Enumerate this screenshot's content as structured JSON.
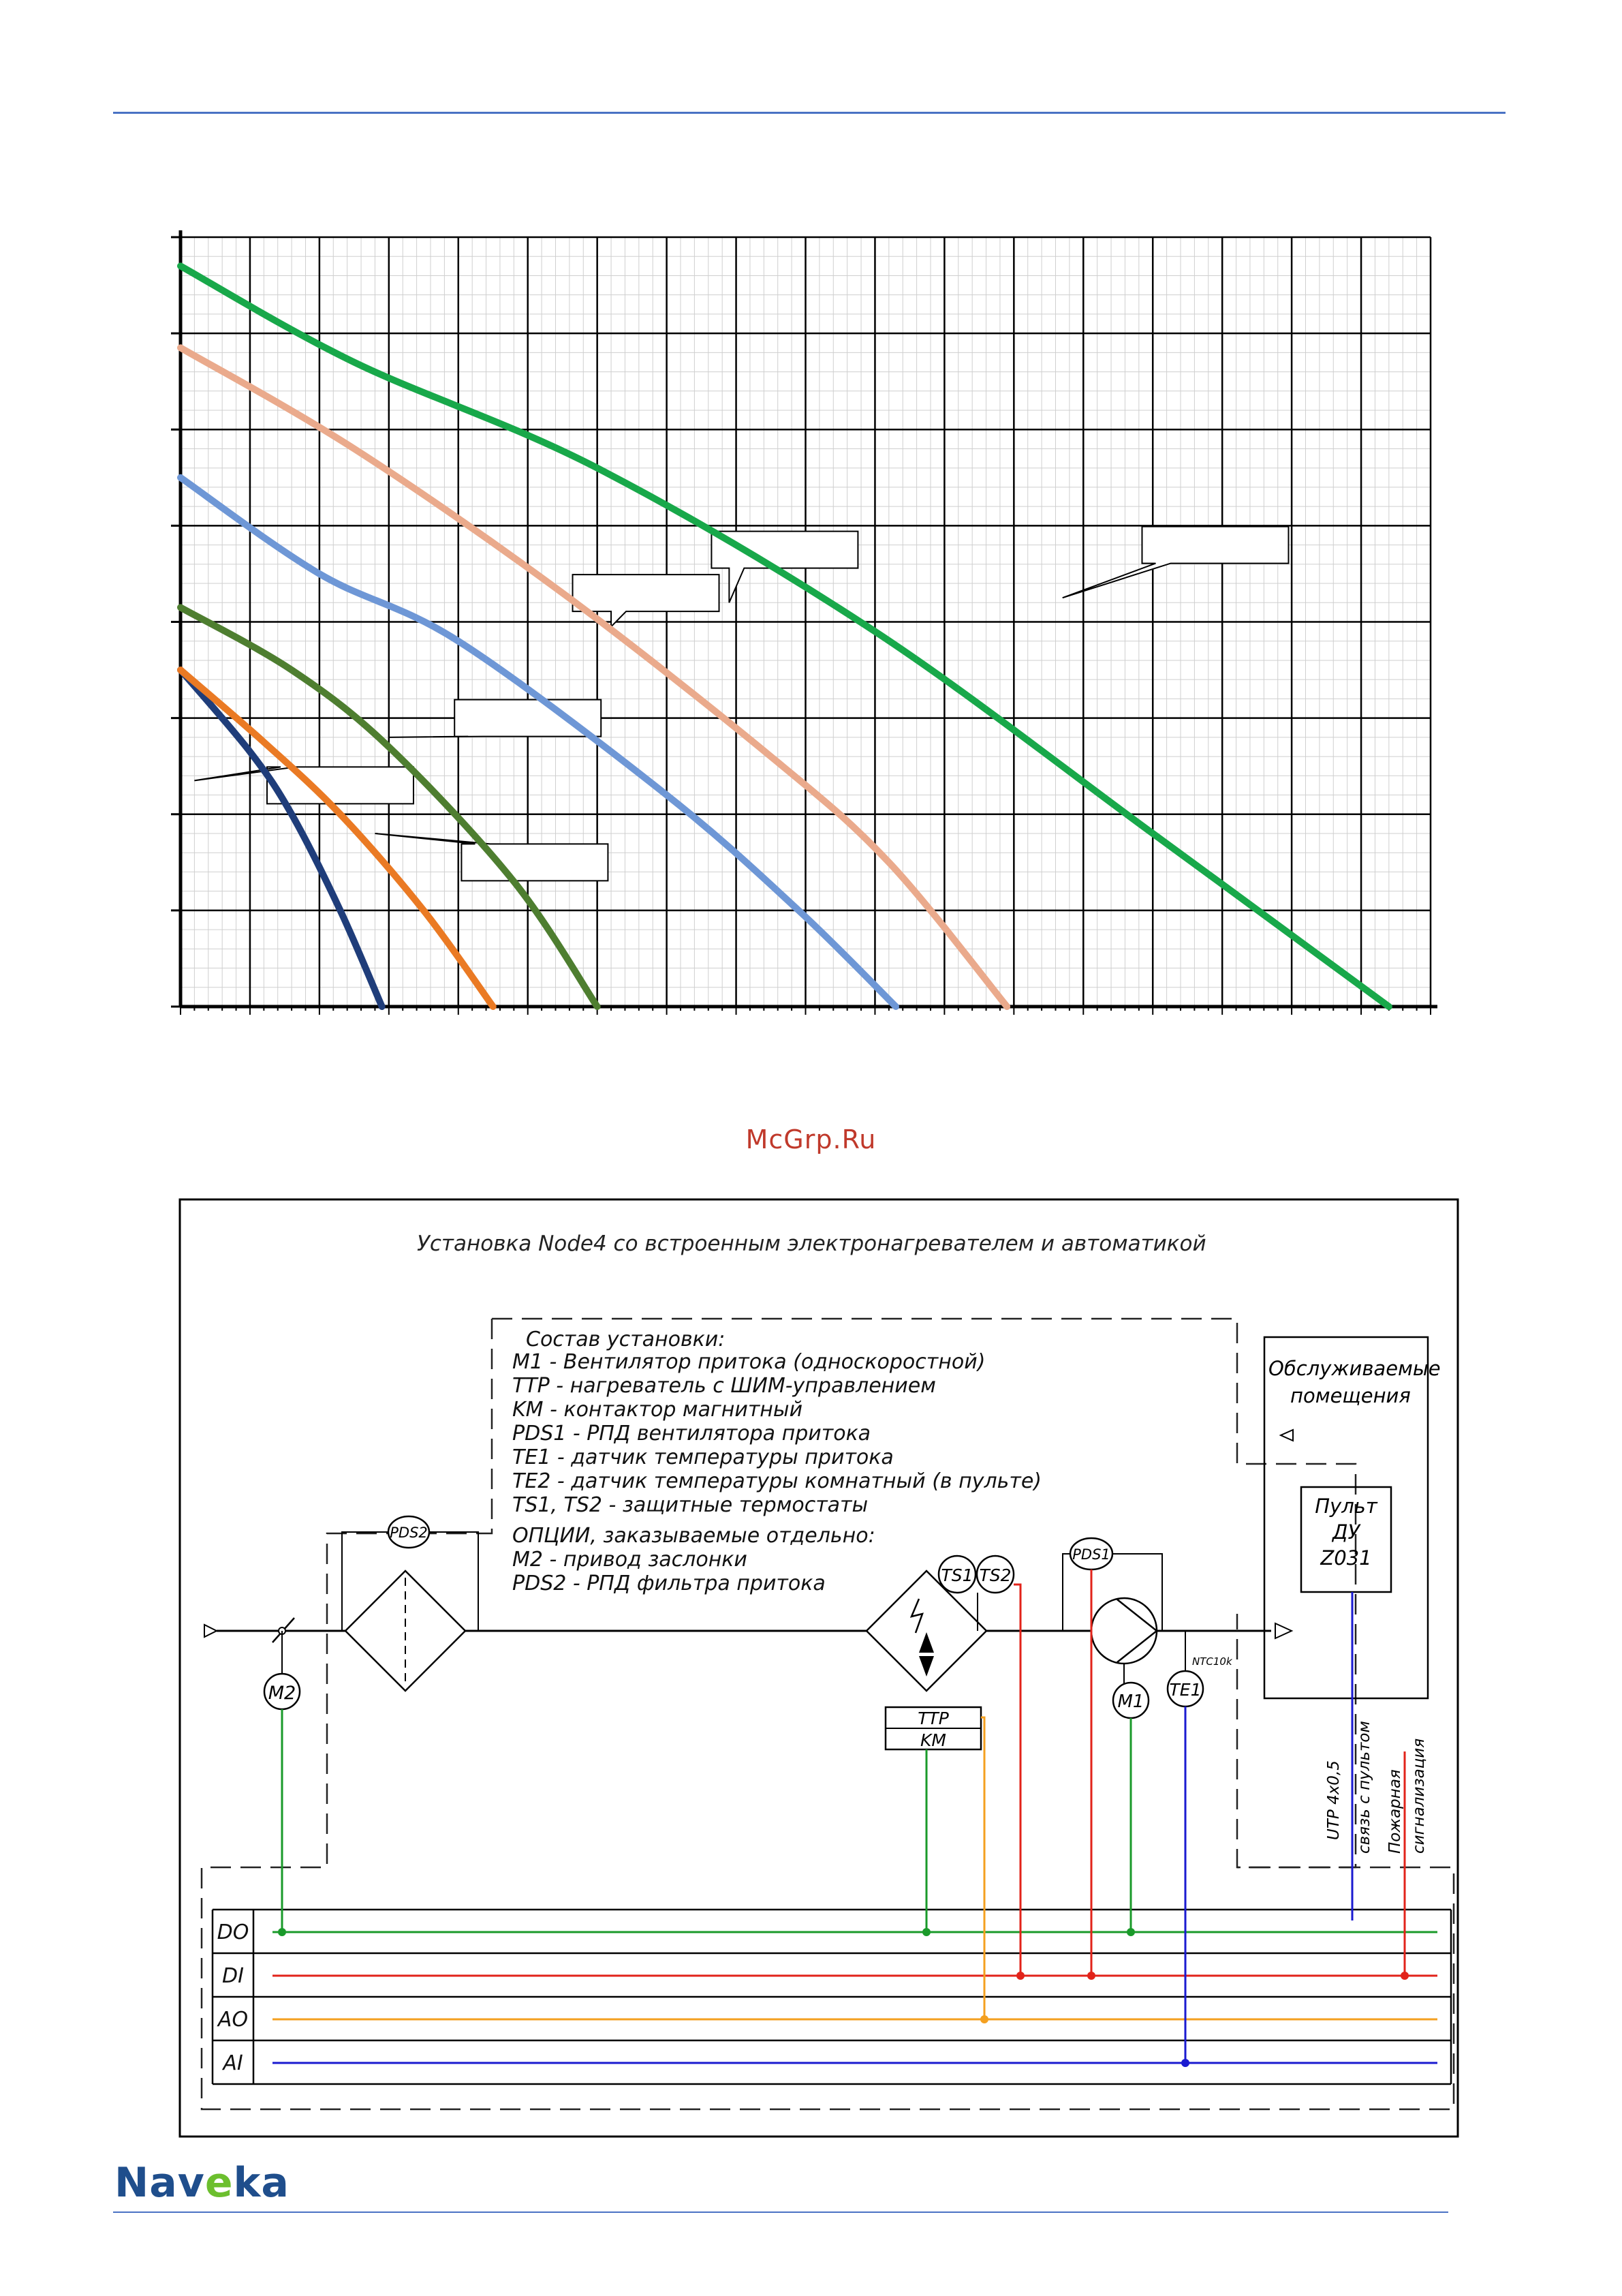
{
  "watermark": "McGrp.Ru",
  "brand": {
    "prefix": "Nav",
    "accent": "e",
    "suffix": "ka"
  },
  "colors": {
    "header_rule": "#4a72c4",
    "green_bus": "#1a9a2a",
    "red_bus": "#e2231a",
    "orange_bus": "#f4a020",
    "blue_bus": "#1a1ad0"
  },
  "chart_data": {
    "type": "line",
    "title": "",
    "xlabel": "",
    "ylabel": "",
    "xlim": [
      0,
      18
    ],
    "ylim": [
      0,
      8
    ],
    "grid": true,
    "series": [
      {
        "color": "#1f3d7a",
        "x": [
          0,
          1.0,
          1.6,
          2.3,
          2.9
        ],
        "y": [
          3.5,
          2.65,
          2.0,
          1.0,
          0.0
        ]
      },
      {
        "color": "#ea7a24",
        "x": [
          0,
          1.2,
          2.3,
          3.5,
          4.5
        ],
        "y": [
          3.5,
          2.75,
          2.0,
          1.0,
          0.0
        ]
      },
      {
        "color": "#4e7e30",
        "x": [
          0,
          1.6,
          3.0,
          4.8,
          6.0
        ],
        "y": [
          4.15,
          3.5,
          2.7,
          1.3,
          0.0
        ]
      },
      {
        "color": "#6e97d6",
        "x": [
          0,
          2.0,
          4.0,
          7.0,
          8.9,
          10.3
        ],
        "y": [
          5.5,
          4.5,
          3.8,
          2.2,
          1.0,
          0.0
        ]
      },
      {
        "color": "#eaaa8c",
        "x": [
          0,
          2.5,
          5.5,
          8.5,
          10.2,
          11.9
        ],
        "y": [
          6.85,
          5.8,
          4.3,
          2.6,
          1.5,
          0.0
        ]
      },
      {
        "color": "#18a84a",
        "x": [
          0,
          2.5,
          6.0,
          10.0,
          14.0,
          17.4
        ],
        "y": [
          7.7,
          6.7,
          5.6,
          3.9,
          1.8,
          0.0
        ]
      }
    ]
  },
  "diagram": {
    "title": "Установка Node4 со встроенным электронагревателем и автоматикой",
    "legend_lines": [
      "Состав установки:",
      "M1 - Вентилятор притока (односкоростной)",
      "TTP - нагреватель с ШИМ-управлением",
      "KM - контактор магнитный",
      "PDS1 - РПД вентилятора притока",
      "TE1 - датчик температуры притока",
      "TE2 - датчик температуры комнатный (в пульте)",
      "TS1, TS2 - защитные термостаты",
      "ОПЦИИ, заказываемые отдельно:",
      "M2 - привод заслонки",
      "PDS2 - РПД фильтра притока"
    ],
    "room_label_1": "Обслуживаемые",
    "room_label_2": "помещения",
    "remote_1": "Пульт",
    "remote_2": "ДУ",
    "remote_3": "Z031",
    "pds2": "PDS2",
    "pds1": "PDS1",
    "ts1": "TS1",
    "ts2": "TS2",
    "m2": "M2",
    "m1": "M1",
    "te1": "TE1",
    "ntc": "NTC10k",
    "ttp": "TTP",
    "km": "KM",
    "cable_1": "UTP 4x0,5",
    "cable_2": "связь с пультом",
    "fire_1": "Пожарная",
    "fire_2": "сигнализация",
    "bus_do": "DO",
    "bus_di": "DI",
    "bus_ao": "AO",
    "bus_ai": "AI"
  }
}
